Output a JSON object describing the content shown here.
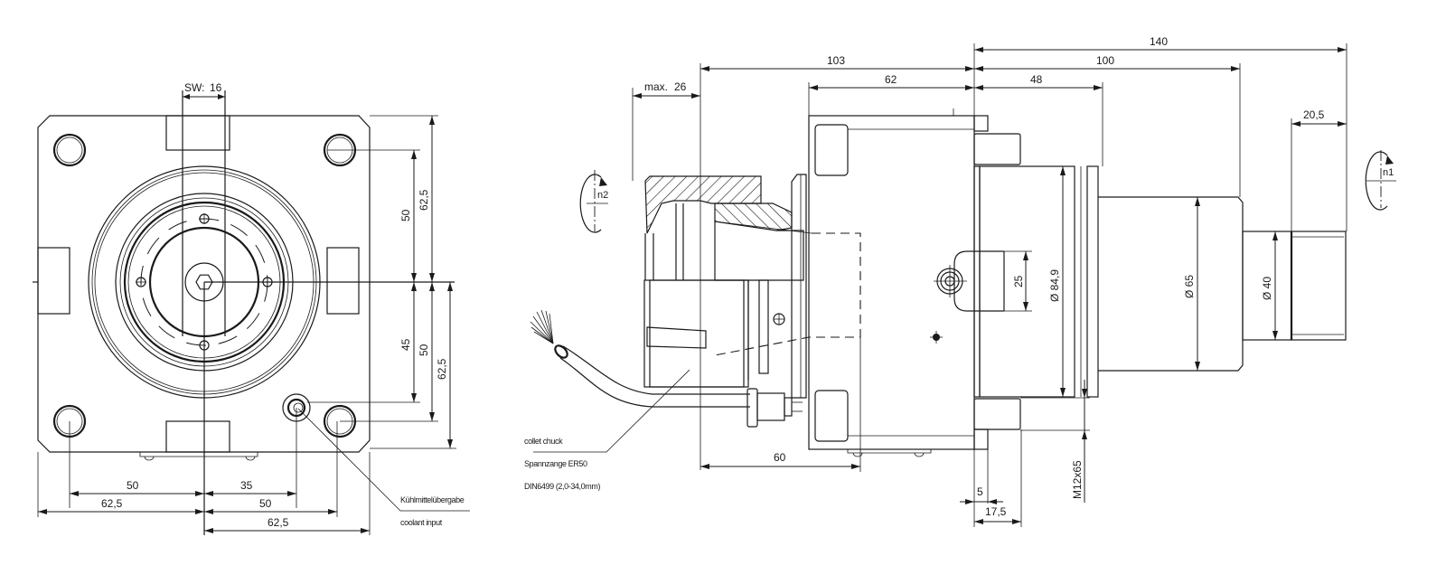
{
  "drawing": {
    "front_view": {
      "dimensions": {
        "wrench_size": "SW:",
        "wrench_value": "16",
        "v_top_50": "50",
        "v_top_62_5": "62,5",
        "v_bot_45": "45",
        "v_bot_50": "50",
        "v_bot_62_5": "62,5",
        "h_left_50": "50",
        "h_left_62_5": "62,5",
        "h_right_35": "35",
        "h_right_50": "50",
        "h_right_62_5": "62,5"
      },
      "labels": {
        "coolant_de": "Kühlmittelübergabe",
        "coolant_en": "coolant input"
      }
    },
    "side_view": {
      "dimensions": {
        "max_label": "max.",
        "max_value": "26",
        "d_103": "103",
        "d_62": "62",
        "d_140": "140",
        "d_100": "100",
        "d_48": "48",
        "d_20_5": "20,5",
        "d_25": "25",
        "dia_84_9": "Ø 84,9",
        "dia_65": "Ø 65",
        "dia_40": "Ø 40",
        "d_60": "60",
        "d_5": "5",
        "d_17_5": "17,5",
        "thread": "M12x65"
      },
      "rotation": {
        "n1": "n1",
        "n2": "n2"
      },
      "labels": {
        "collet_chuck": "collet chuck",
        "spannzange": "Spannzange ER50",
        "din": "DIN6499 (2,0-34,0mm)"
      }
    }
  }
}
